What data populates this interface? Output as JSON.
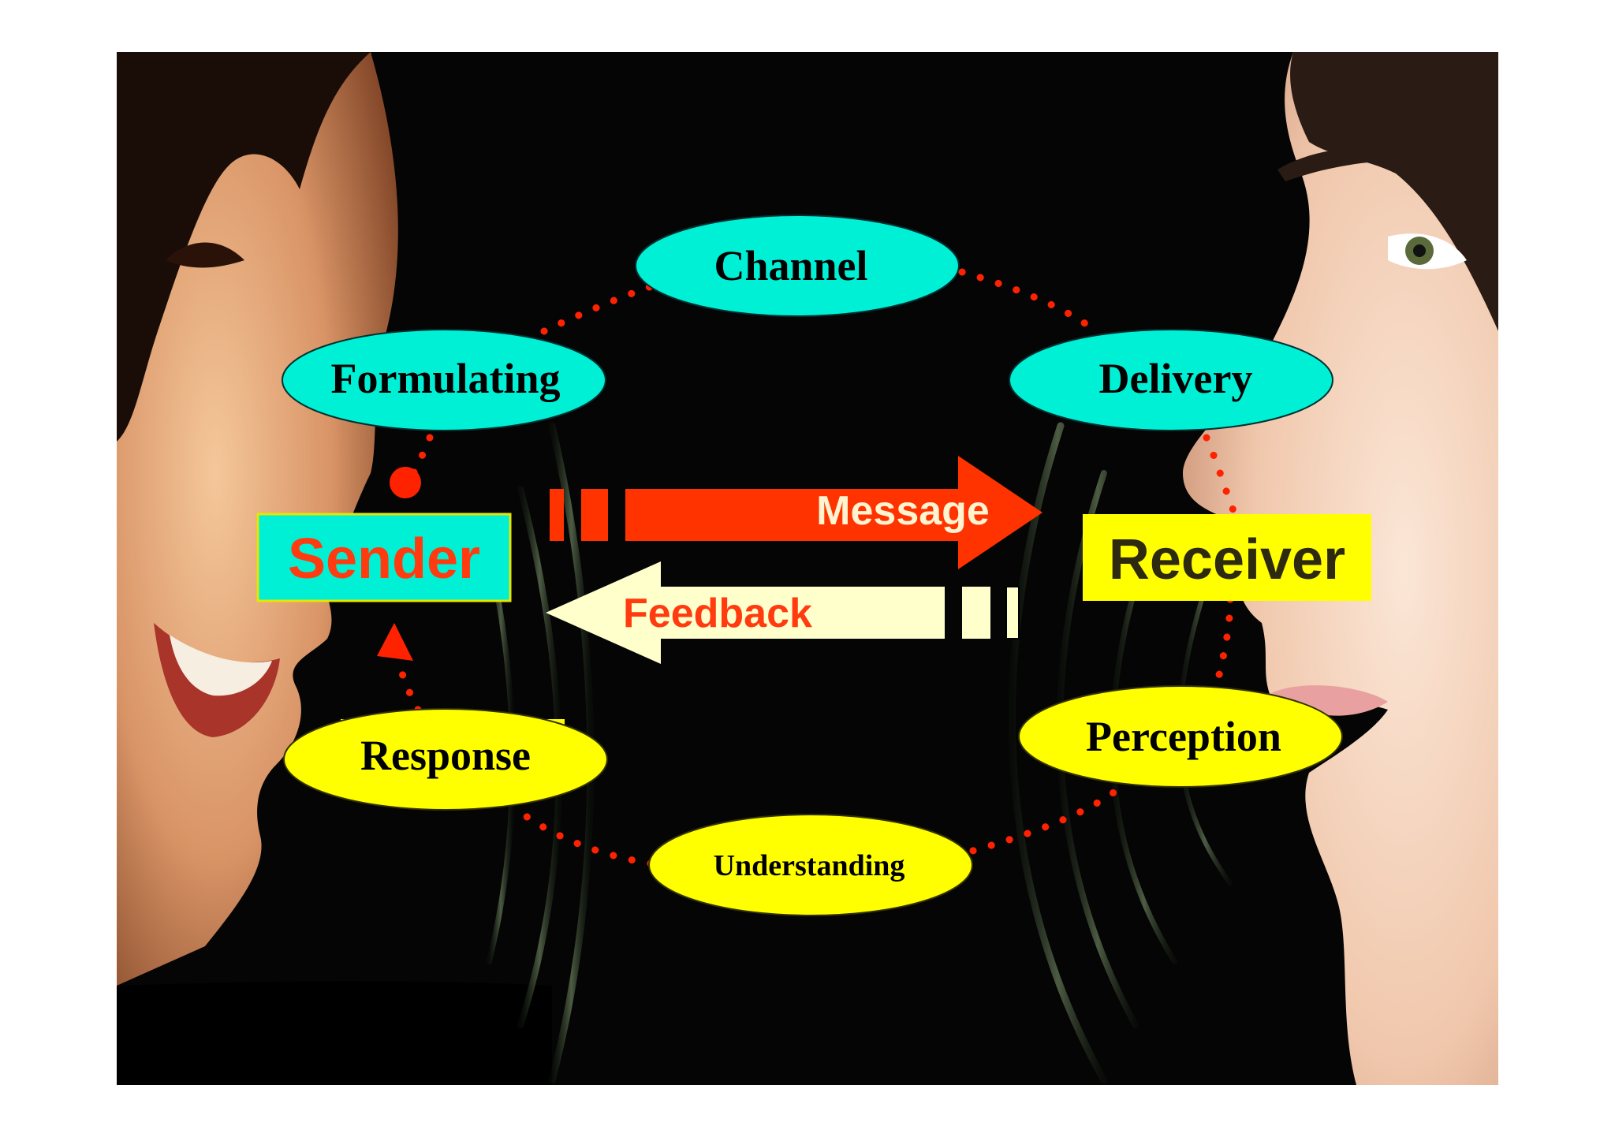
{
  "nodes": {
    "channel": "Channel",
    "formulating": "Formulating",
    "delivery": "Delivery",
    "response": "Response",
    "perception": "Perception",
    "understanding": "Understanding"
  },
  "roles": {
    "sender": "Sender",
    "receiver": "Receiver"
  },
  "arrows": {
    "message": "Message",
    "feedback": "Feedback"
  },
  "colors": {
    "background": "#050505",
    "cyan_node": "#00f0d6",
    "yellow_node": "#ffff00",
    "message_arrow": "#ff3300",
    "feedback_arrow": "#ffffcc",
    "sender_text": "#ff3b0f",
    "receiver_text": "#2e2a10",
    "dots": "#ff2200"
  }
}
